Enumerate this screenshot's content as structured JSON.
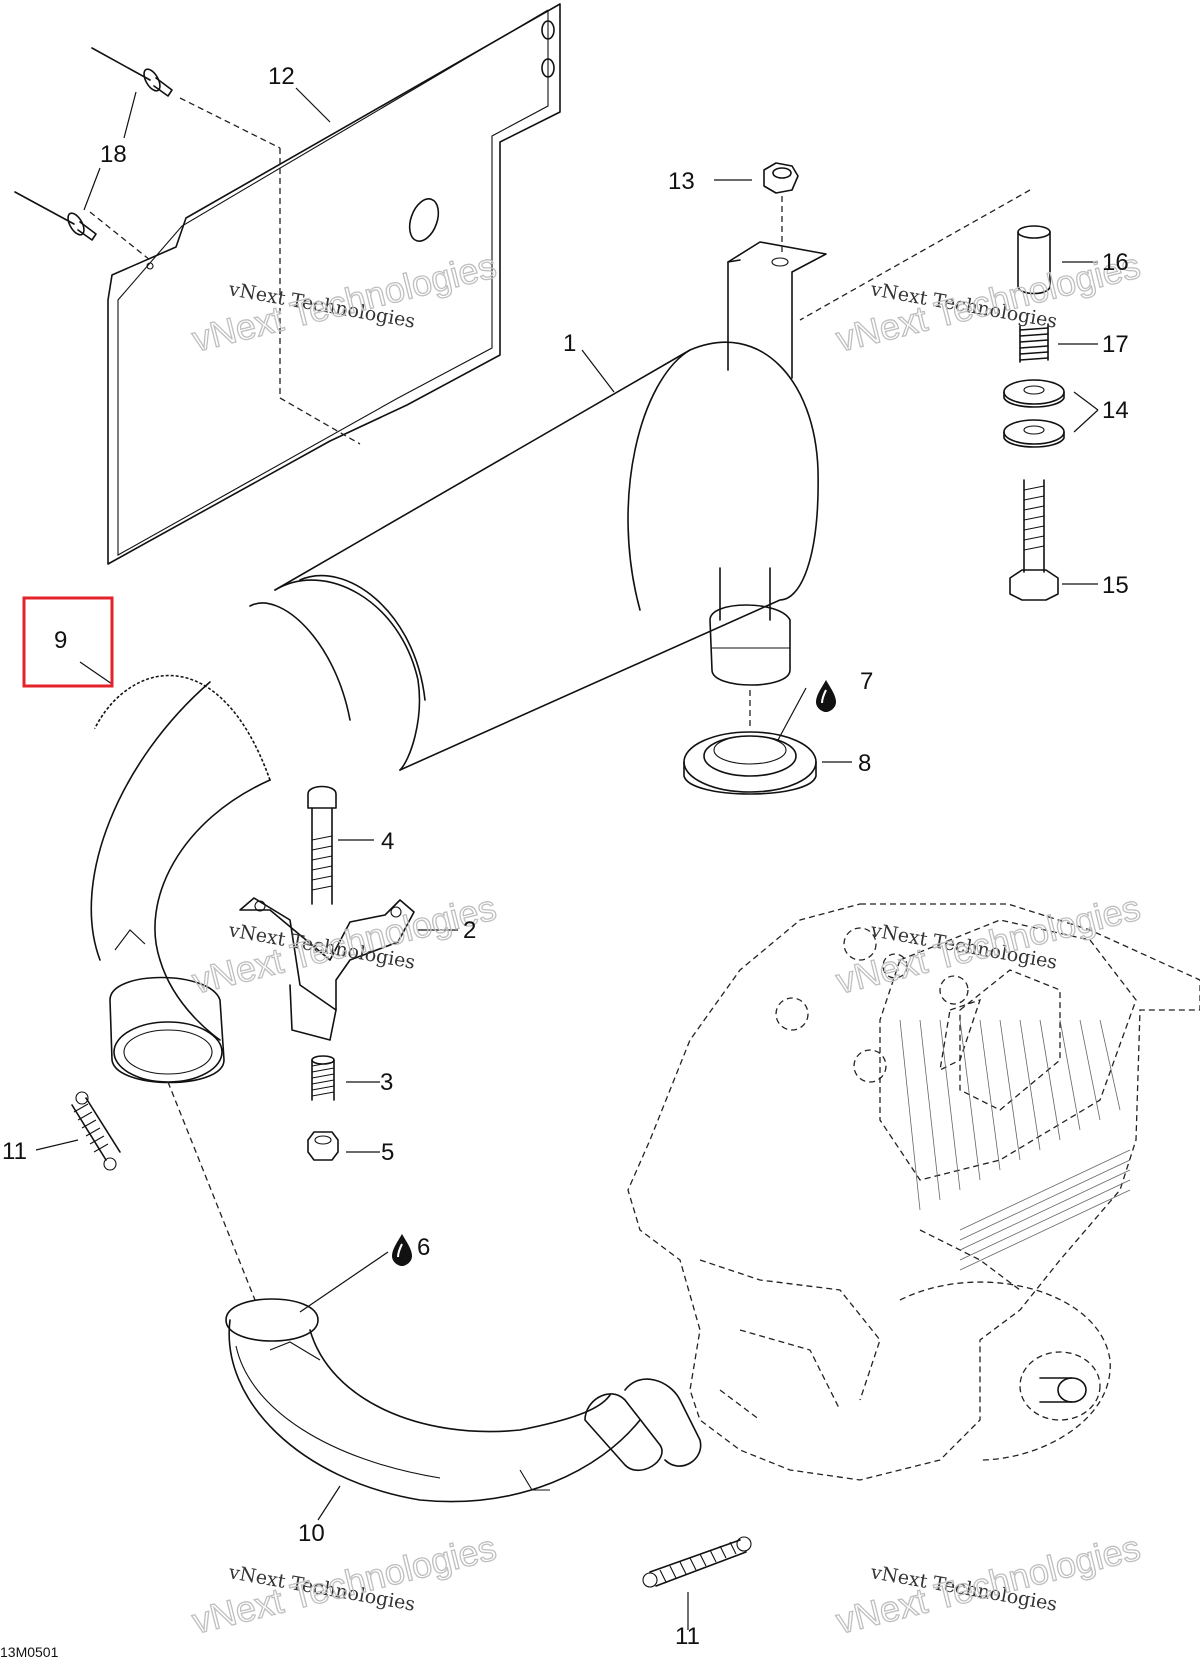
{
  "diagram_code": "13M0501",
  "watermark": {
    "line1": "vNext Technologies",
    "line2": "vNext Technologies"
  },
  "callouts": {
    "c1": "1",
    "c2": "2",
    "c3": "3",
    "c4": "4",
    "c5": "5",
    "c6": "6",
    "c7": "7",
    "c8": "8",
    "c9": "9",
    "c10": "10",
    "c11a": "11",
    "c11b": "11",
    "c12": "12",
    "c13": "13",
    "c14": "14",
    "c15": "15",
    "c16": "16",
    "c17": "17",
    "c18": "18"
  },
  "highlight": {
    "target": "9",
    "color": "#e3222b"
  }
}
